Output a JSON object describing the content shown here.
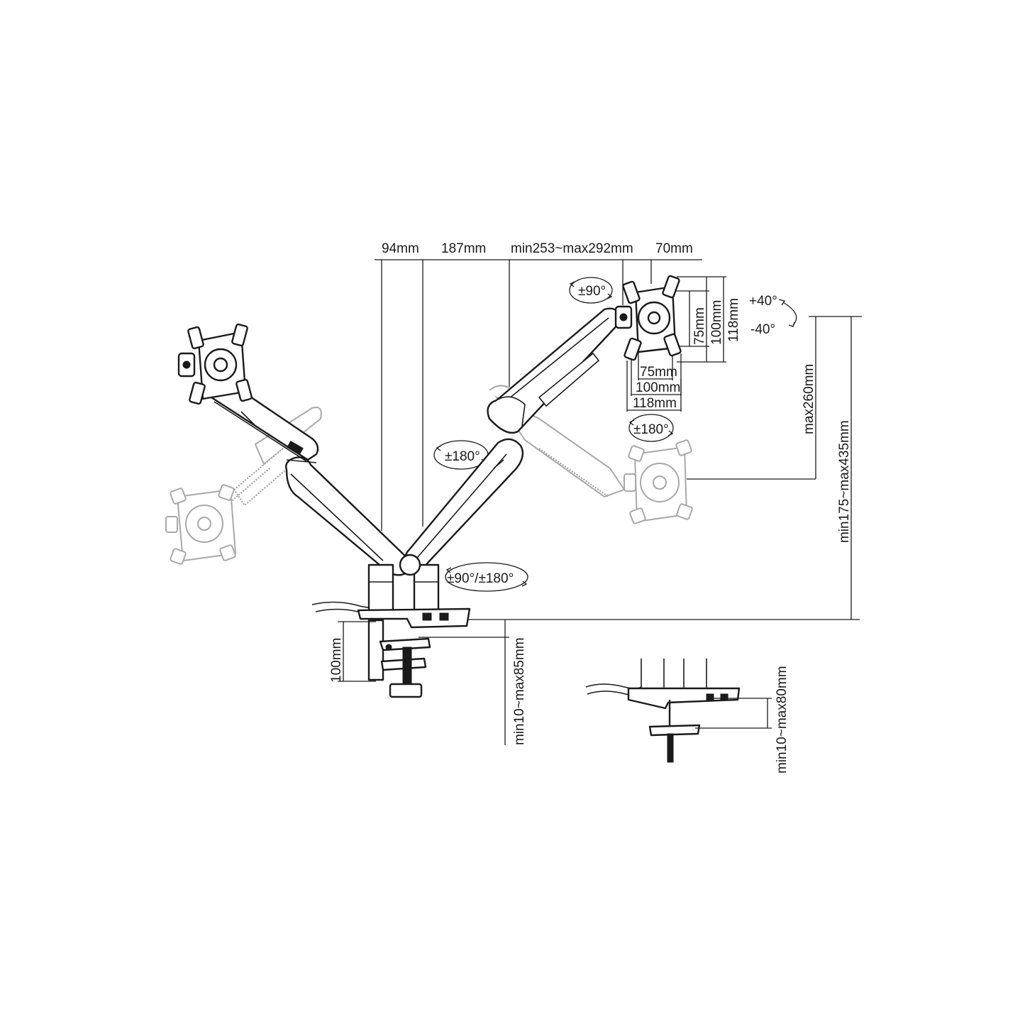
{
  "dimensions": {
    "top_94": "94mm",
    "top_187": "187mm",
    "top_arm_length": "min253~max292mm",
    "top_70": "70mm",
    "vesa_v75": "75mm",
    "vesa_v100": "100mm",
    "vesa_v118": "118mm",
    "vesa_h75": "75mm",
    "vesa_h100": "100mm",
    "vesa_h118": "118mm",
    "height_max260": "max260mm",
    "height_total": "min175~max435mm",
    "clamp_100": "100mm",
    "clamp_thickness": "min10~max85mm",
    "grommet_thickness": "min10~max80mm"
  },
  "rotations": {
    "rot_90": "±90°",
    "tilt_up": "+40°",
    "tilt_down": "-40°",
    "rot_180_head": "±180°",
    "rot_180_arm": "±180°",
    "rot_base": "±90°/±180°"
  }
}
